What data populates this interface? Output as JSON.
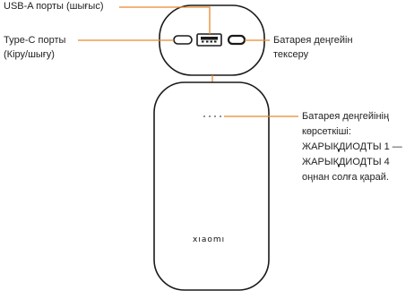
{
  "labels": {
    "usb_a": "USB-A порты (шығыс)",
    "type_c_line1": "Type-C порты",
    "type_c_line2": "(Кіру/шығу)",
    "battery_check_line1": "Батарея деңгейін",
    "battery_check_line2": "тексеру",
    "indicator_line1": "Батарея деңгейінің",
    "indicator_line2": "көрсеткіші:",
    "indicator_line3": "ЖАРЫҚДИОДТЫ 1 —",
    "indicator_line4": "ЖАРЫҚДИОДТЫ 4",
    "indicator_line5": "оңнан солға қарай."
  },
  "device": {
    "brand": "xıaomı"
  },
  "colors": {
    "callout_line": "#e8872a",
    "outline": "#1a1a1a"
  }
}
